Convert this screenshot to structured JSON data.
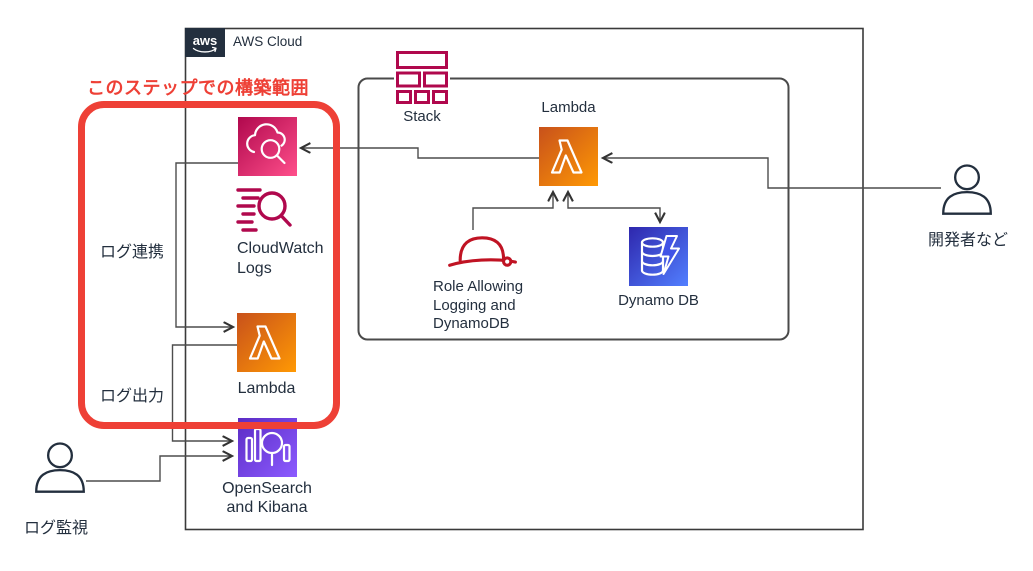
{
  "diagram": {
    "aws_logo_text": "aws",
    "aws_cloud_label": "AWS Cloud",
    "highlight_title": "このステップでの構築範囲",
    "nodes": {
      "stack": {
        "label": "Stack"
      },
      "lambda_stack": {
        "label": "Lambda"
      },
      "role": {
        "label_lines": [
          "Role Allowing",
          "Logging and",
          "DynamoDB"
        ]
      },
      "dynamodb": {
        "label": "Dynamo DB"
      },
      "cloudwatch_logs": {
        "label_lines": [
          "CloudWatch",
          "Logs"
        ]
      },
      "lambda_logging": {
        "label": "Lambda"
      },
      "opensearch": {
        "label_lines": [
          "OpenSearch",
          "and Kibana"
        ]
      }
    },
    "annotations": {
      "log_link": "ログ連携",
      "log_output": "ログ出力",
      "log_monitor": "ログ監視",
      "developer": "開発者など"
    },
    "colors": {
      "accent_red": "#ee4036",
      "ink": "#232f3e",
      "wire": "#4d4d4d",
      "cloudwatch_from": "#b0084d",
      "cloudwatch_to": "#ff4f8b",
      "lambda_from": "#c8511b",
      "lambda_to": "#ff9904",
      "dynamodb_from": "#2e27ad",
      "dynamodb_to": "#527fff",
      "opensearch_from": "#5b2cc4",
      "opensearch_to": "#8c5bff",
      "stack_stroke": "#b0084d",
      "role_stroke": "#c01323",
      "logo_bg": "#232f3e"
    }
  }
}
